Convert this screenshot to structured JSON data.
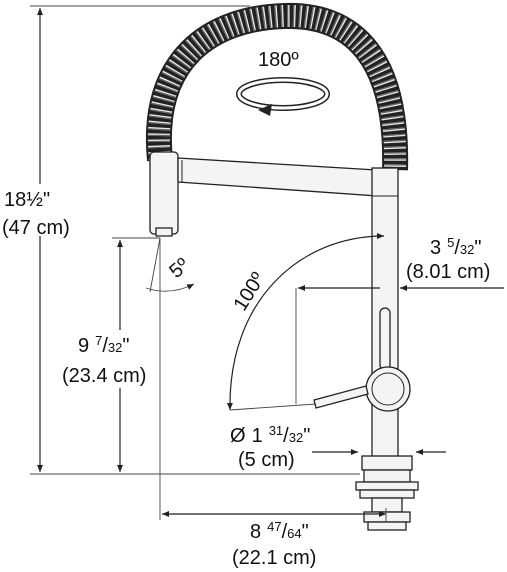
{
  "diagram": {
    "rotation_label": "180º",
    "spray_angle_label": "5º",
    "swivel_angle_label": "100º",
    "dimensions": {
      "height_total": {
        "imperial_whole": "18",
        "imperial_frac": "½",
        "imperial_unit": "\"",
        "metric": "(47 cm)"
      },
      "spout_height": {
        "imperial_whole": "9",
        "imperial_num": "7",
        "imperial_den": "32",
        "imperial_unit": "\"",
        "metric": "(23.4 cm)"
      },
      "reach": {
        "imperial_whole": "8",
        "imperial_num": "47",
        "imperial_den": "64",
        "imperial_unit": "\"",
        "metric": "(22.1 cm)"
      },
      "handle_offset": {
        "imperial_whole": "3",
        "imperial_num": "5",
        "imperial_den": "32",
        "imperial_unit": "\"",
        "metric": "(8.01 cm)"
      },
      "base_diameter": {
        "prefix": "Ø",
        "imperial_whole": "1",
        "imperial_num": "31",
        "imperial_den": "32",
        "imperial_unit": "\"",
        "metric": "(5 cm)"
      }
    }
  }
}
